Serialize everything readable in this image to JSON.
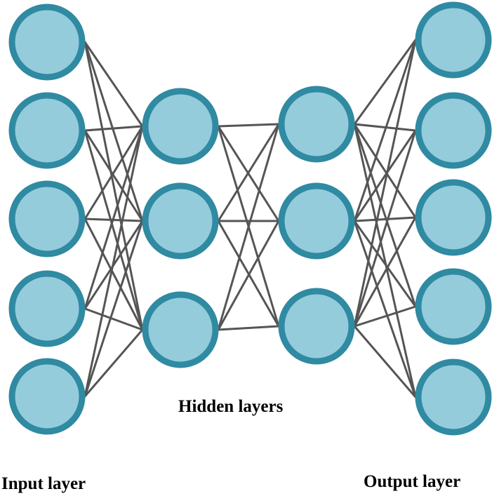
{
  "labels": {
    "input": "Input layer",
    "hidden": "Hidden layers",
    "output": "Output layer"
  },
  "network": {
    "layers": [
      {
        "name": "input",
        "nodes": 5
      },
      {
        "name": "hidden-1",
        "nodes": 3
      },
      {
        "name": "hidden-2",
        "nodes": 3
      },
      {
        "name": "output",
        "nodes": 5
      }
    ],
    "fully_connected": true
  },
  "colors": {
    "node_fill": "#94ccdb",
    "node_stroke": "#2f8aa2",
    "edge": "#555555",
    "text": "#000000"
  }
}
